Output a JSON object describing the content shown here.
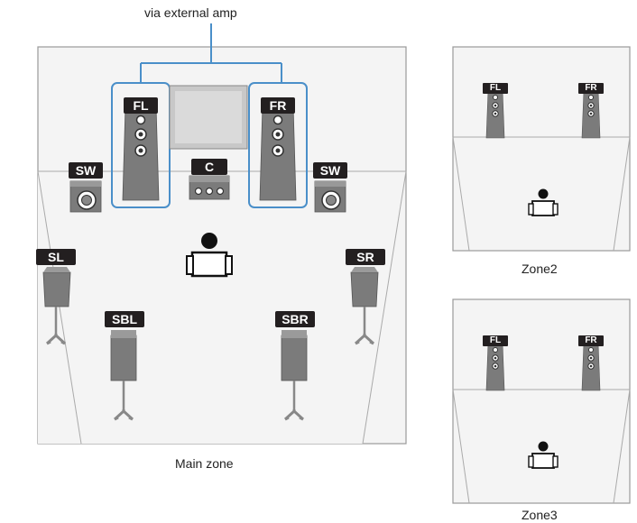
{
  "external_amp_label": "via external amp",
  "main_zone": {
    "caption": "Main zone",
    "speakers": {
      "fl": "FL",
      "fr": "FR",
      "c": "C",
      "sw_left": "SW",
      "sw_right": "SW",
      "sl": "SL",
      "sr": "SR",
      "sbl": "SBL",
      "sbr": "SBR"
    }
  },
  "zone2": {
    "caption": "Zone2",
    "speakers": {
      "fl": "FL",
      "fr": "FR"
    }
  },
  "zone3": {
    "caption": "Zone3",
    "speakers": {
      "fl": "FL",
      "fr": "FR"
    }
  },
  "colors": {
    "amp_highlight": "#4a8fc9",
    "room_floor": "#f4f4f4",
    "speaker_body": "#7b7b7b",
    "tv_screen": "#d6d6d6",
    "label_bg": "#231f20"
  }
}
